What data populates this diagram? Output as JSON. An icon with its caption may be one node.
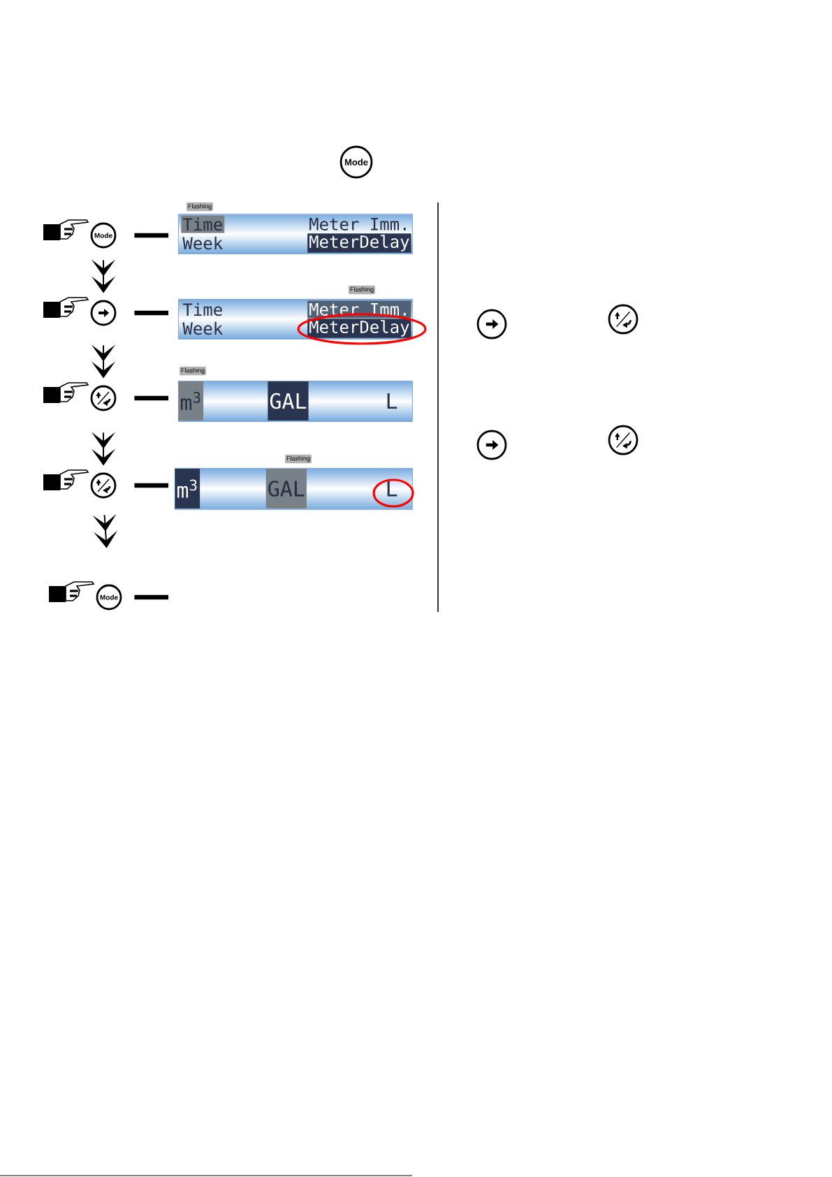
{
  "diagram": {
    "nodes": [
      {
        "text": [
          "Mode"
        ]
      },
      {
        "text": [
          "Mode"
        ]
      },
      {
        "text": [
          "Time",
          "Week",
          "Meter Imm.",
          "MeterDelay"
        ],
        "beside": [
          "Flashing"
        ]
      },
      {
        "text": [],
        "shape": "circle"
      },
      {
        "text": [
          "Time",
          "Week",
          "Meter Imm.",
          "MeterDelay"
        ],
        "beside": [
          "Flashing"
        ]
      },
      {
        "text": [],
        "shape": "circle"
      },
      {
        "text": [
          "m$^{3}$",
          "GAL",
          "L"
        ],
        "beside": [
          "Flashing"
        ]
      },
      {
        "text": [],
        "shape": "circle"
      },
      {
        "text": [
          "m$^{3}$",
          "GAL",
          "L"
        ],
        "beside": [
          "Flashing"
        ]
      },
      {
        "text": [
          "Mode"
        ]
      },
      {
        "text": [],
        "shape": "circle"
      },
      {
        "text": [],
        "shape": "circle"
      },
      {
        "text": [],
        "shape": "circle"
      },
      {
        "text": [],
        "shape": "circle"
      }
    ],
    "edges": [
      {
        "from": 1,
        "to": 2,
        "arrow": "none"
      },
      {
        "from": 1,
        "to": 3,
        "arrow": "to"
      },
      {
        "from": 3,
        "to": 4,
        "arrow": "none"
      },
      {
        "from": 3,
        "to": 5,
        "arrow": "to"
      },
      {
        "from": 5,
        "to": 6,
        "arrow": "none"
      },
      {
        "from": 5,
        "to": 7,
        "arrow": "to"
      },
      {
        "from": 7,
        "to": 8,
        "arrow": "none"
      },
      {
        "from": 7,
        "to": 9,
        "arrow": "to"
      },
      {
        "from": 9,
        "to": null,
        "arrow": "none"
      }
    ]
  }
}
